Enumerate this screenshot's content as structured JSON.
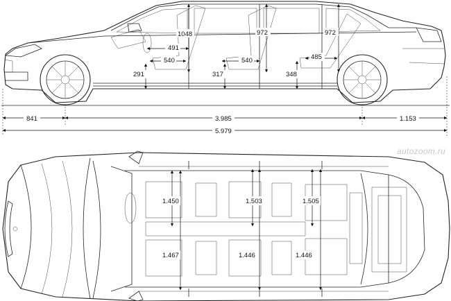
{
  "watermark": "autozoom.ru",
  "side_view": {
    "headroom": [
      "1048",
      "972",
      "972"
    ],
    "seat_depth": [
      "491",
      "540",
      "540",
      "485"
    ],
    "seat_height": [
      "291",
      "317",
      "348"
    ],
    "front_overhang": "841",
    "wheelbase": "3.985",
    "rear_overhang": "1.153",
    "overall_length": "5.979"
  },
  "top_view": {
    "shoulder_width": [
      "1.450",
      "1.503",
      "1.505"
    ],
    "hip_width": [
      "1.467",
      "1.446",
      "1.446"
    ]
  }
}
